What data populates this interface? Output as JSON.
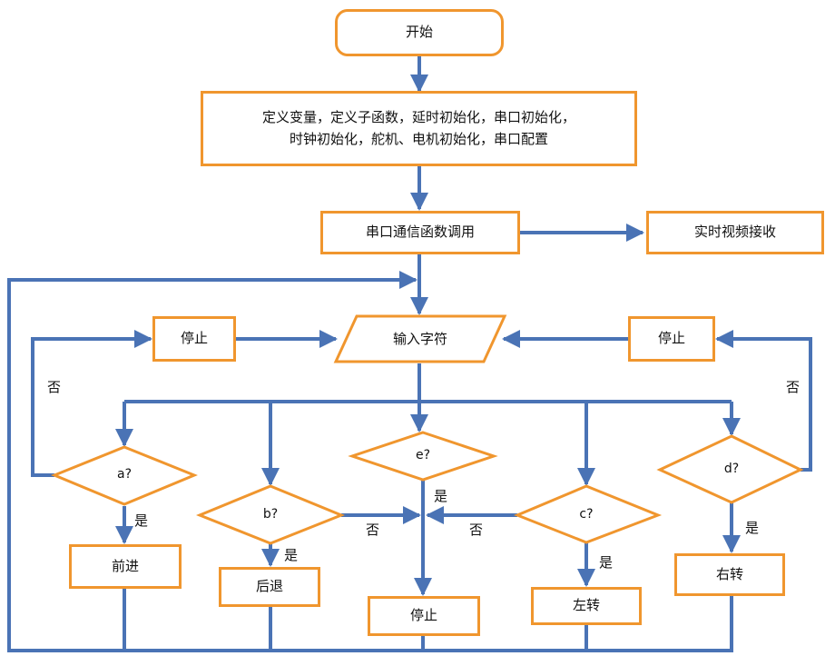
{
  "nodes": {
    "start": "开始",
    "init": "定义变量，定义子函数，延时初始化，串口初始化，\n时钟初始化，舵机、电机初始化，串口配置",
    "serial_call": "串口通信函数调用",
    "video_recv": "实时视频接收",
    "input_char": "输入字符",
    "stop_left": "停止",
    "stop_right": "停止",
    "dec_a": "a?",
    "dec_b": "b?",
    "dec_e": "e?",
    "dec_c": "c?",
    "dec_d": "d?",
    "forward": "前进",
    "backward": "后退",
    "stop_center": "停止",
    "turn_left": "左转",
    "turn_right": "右转"
  },
  "edge_labels": {
    "no_left": "否",
    "no_right": "否",
    "yes_a": "是",
    "yes_b": "是",
    "yes_e": "是",
    "yes_c": "是",
    "yes_d": "是",
    "no_b": "否",
    "no_c": "否"
  },
  "colors": {
    "node_border": "#f0962e",
    "arrow": "#4a73b5"
  }
}
